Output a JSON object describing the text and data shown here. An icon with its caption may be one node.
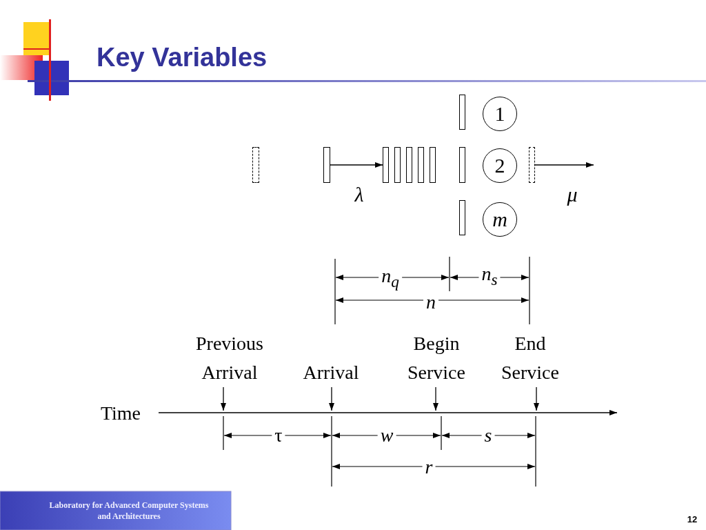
{
  "diagram": {
    "title": "Key Variables",
    "nodes": [
      {
        "text": [],
        "shape": "bar"
      },
      {
        "text": [],
        "shape": "bar"
      },
      {
        "text": [],
        "shape": "bar"
      },
      {
        "text": [],
        "shape": "bar"
      },
      {
        "text": [],
        "shape": "bar"
      },
      {
        "text": [],
        "shape": "bar"
      },
      {
        "text": [],
        "shape": "bar"
      },
      {
        "text": [],
        "shape": "bar"
      },
      {
        "text": [
          "1"
        ]
      },
      {
        "text": [],
        "shape": "bar"
      },
      {
        "text": [
          "2"
        ]
      },
      {
        "text": [],
        "shape": "bar"
      },
      {
        "text": [
          "m"
        ]
      },
      {
        "text": [],
        "shape": "bar"
      },
      {
        "text": [
          "Previous Arrival"
        ]
      },
      {
        "text": [
          "Arrival"
        ]
      },
      {
        "text": [
          "Begin Service"
        ]
      },
      {
        "text": [
          "End Service"
        ]
      }
    ],
    "edges": [
      {
        "from": 1,
        "to": 2,
        "arrow": "to",
        "label": "λ"
      },
      {
        "from": 13,
        "to": null,
        "arrow": "to",
        "label": "μ"
      },
      {
        "from": 14,
        "to": null,
        "arrow": "to"
      },
      {
        "from": 15,
        "to": null,
        "arrow": "to"
      },
      {
        "from": 16,
        "to": null,
        "arrow": "to"
      },
      {
        "from": 17,
        "to": null,
        "arrow": "to"
      }
    ],
    "labels": [
      "n$_{q}$",
      "n$_{s}$",
      "n",
      "Time",
      "τ",
      "w",
      "s",
      "r",
      "Laboratory for Advanced Computer Systems and Architectures",
      "12"
    ]
  }
}
